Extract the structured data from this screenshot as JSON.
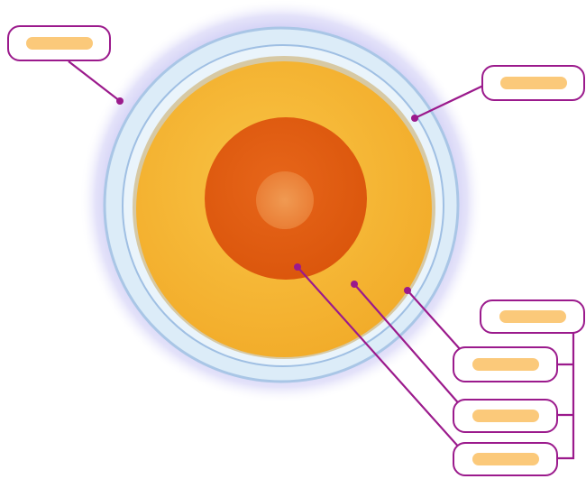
{
  "diagram": {
    "labels": [
      {
        "id": "outer-halo",
        "text": ""
      },
      {
        "id": "outer-shell",
        "text": ""
      },
      {
        "id": "bracket-top",
        "text": ""
      },
      {
        "id": "outer-layer",
        "text": ""
      },
      {
        "id": "middle-layer",
        "text": ""
      },
      {
        "id": "inner-core",
        "text": ""
      }
    ],
    "colors": {
      "leader_line": "#9b1a8c",
      "label_border": "#9b1a8c",
      "label_fill": "#fbc97a",
      "halo": "#b9b6f0",
      "shell": "#dcecf8",
      "outer_layer": "#f6b733",
      "core": "#e05f12",
      "core_center": "#ee8a3c"
    }
  }
}
